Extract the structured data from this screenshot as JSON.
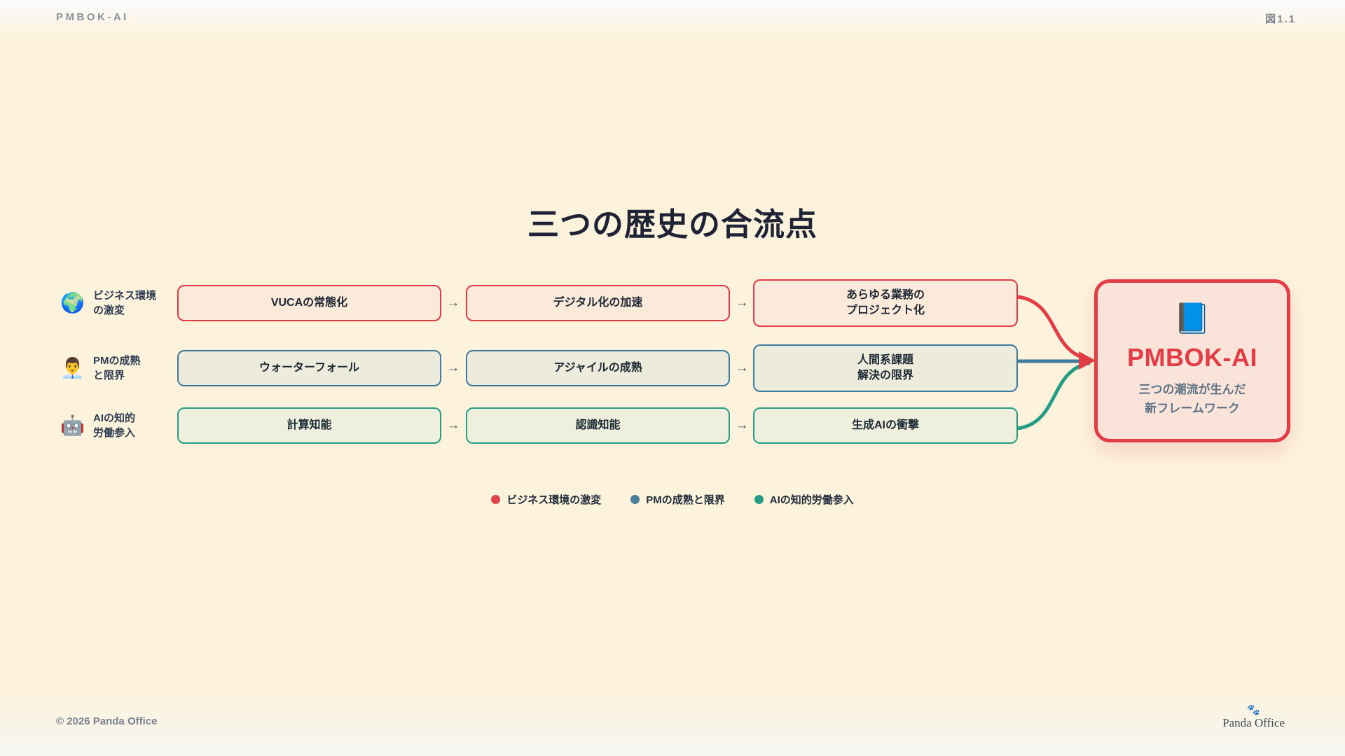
{
  "header": {
    "brand": "PMBOK-AI",
    "figure_label": "図1.1"
  },
  "title": "三つの歴史の合流点",
  "arrow_glyph": "→",
  "streams": [
    {
      "id": "business",
      "icon": "🌍",
      "icon_name": "globe",
      "label": "ビジネス環境\nの激変",
      "color": "#e23c44",
      "fill": "#fbe9da",
      "boxes": [
        "VUCAの常態化",
        "デジタル化の加速",
        "あらゆる業務の\nプロジェクト化"
      ]
    },
    {
      "id": "pm",
      "icon": "👨‍💼",
      "icon_name": "office-worker",
      "label": "PMの成熟\nと限界",
      "color": "#3e7a9e",
      "fill": "#edebdb",
      "boxes": [
        "ウォーターフォール",
        "アジャイルの成熟",
        "人間系課題\n解決の限界"
      ]
    },
    {
      "id": "ai",
      "icon": "🤖",
      "icon_name": "robot",
      "label": "AIの知的\n労働参入",
      "color": "#279c85",
      "fill": "#eef0dd",
      "boxes": [
        "計算知能",
        "認識知能",
        "生成AIの衝撃"
      ]
    }
  ],
  "result": {
    "icon": "📘",
    "icon_name": "blue-book",
    "title": "PMBOK-AI",
    "subtitle": "三つの潮流が生んだ\n新フレームワーク",
    "border_color": "#e23c44",
    "fill": "#fae4da"
  },
  "legend": [
    {
      "label": "ビジネス環境の激変",
      "color": "#e0444b"
    },
    {
      "label": "PMの成熟と限界",
      "color": "#4b7f9c"
    },
    {
      "label": "AIの知的労働参入",
      "color": "#279c85"
    }
  ],
  "footer": {
    "copyright": "© 2026 Panda Office",
    "logo_icon": "🐾",
    "logo_text": "Panda Office"
  }
}
